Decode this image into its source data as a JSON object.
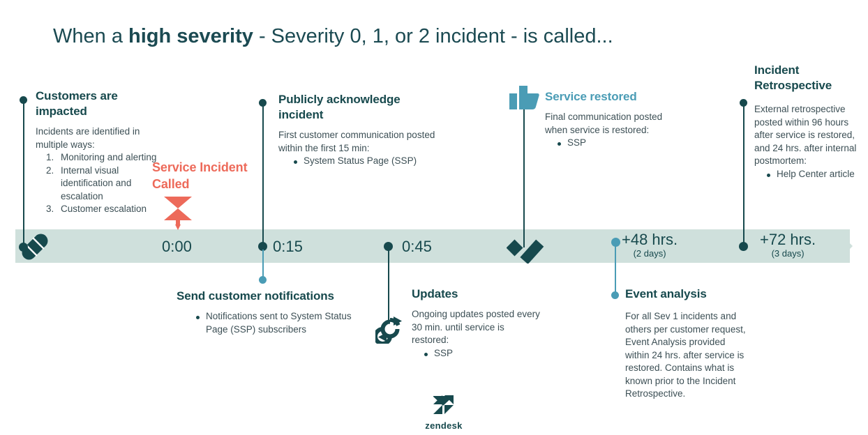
{
  "title": {
    "prefix": "When a ",
    "bold": "high severity",
    "suffix": " - Severity 0, 1, or 2 incident - is called..."
  },
  "colors": {
    "dark_teal": "#17494d",
    "bar_bg": "#cfe0dc",
    "accent_teal": "#4a9cb5",
    "coral": "#ed6a5a",
    "body_text": "#3c4f55"
  },
  "timeline": {
    "markers": [
      {
        "label": "0:00",
        "sub": ""
      },
      {
        "label": "0:15",
        "sub": ""
      },
      {
        "label": "0:45",
        "sub": ""
      },
      {
        "label": "+48 hrs.",
        "sub": "(2 days)"
      },
      {
        "label": "+72 hrs.",
        "sub": "(3 days)"
      }
    ]
  },
  "incident_called": {
    "line1": "Service Incident",
    "line2": "Called"
  },
  "blocks": {
    "customers_impacted": {
      "heading_line1": "Customers are",
      "heading_line2": "impacted",
      "intro_line1": "Incidents are identified in",
      "intro_line2": "multiple ways:",
      "items": [
        "Monitoring and alerting",
        "Internal visual identification and escalation",
        "Customer escalation"
      ]
    },
    "publicly_acknowledge": {
      "heading_line1": "Publicly acknowledge",
      "heading_line2": "incident",
      "body_line1": "First customer communication posted",
      "body_line2": "within the first 15 min:",
      "items": [
        "System Status Page (SSP)"
      ]
    },
    "service_restored": {
      "heading": "Service restored",
      "body_line1": "Final communication posted",
      "body_line2": "when service is restored:",
      "items": [
        "SSP"
      ]
    },
    "incident_retrospective": {
      "heading_line1": "Incident",
      "heading_line2": "Retrospective",
      "body": "External retrospective posted within 96 hours after service is restored, and 24 hrs. after internal postmortem:",
      "items": [
        "Help Center article"
      ]
    },
    "send_notifications": {
      "heading": "Send customer notifications",
      "items": [
        "Notifications sent to System Status Page (SSP) subscribers"
      ]
    },
    "updates": {
      "heading": "Updates",
      "body": "Ongoing updates posted every 30 min. until service is restored:",
      "items": [
        "SSP"
      ]
    },
    "event_analysis": {
      "heading": "Event analysis",
      "body": "For all Sev 1 incidents and others per customer request, Event Analysis provided within 24 hrs. after service is restored. Contains what is known prior to the Incident Retrospective."
    }
  },
  "branding": {
    "wordmark": "zendesk"
  }
}
